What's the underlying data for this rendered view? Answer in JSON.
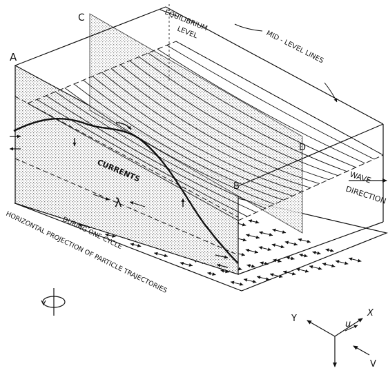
{
  "labels": {
    "a": "A",
    "b": "B",
    "c": "C",
    "d": "D",
    "equilibrium_line1": "EQUILIBRIUM",
    "equilibrium_line2": "LEVEL",
    "mid_level": "MID - LEVEL LINES",
    "currents": "CURRENTS",
    "lambda": "λ",
    "wave_line1": "WAVE",
    "wave_line2": "DIRECTION",
    "projection_line1": "HORIZONTAL PROJECTION OF PARTICLE TRAJECTORIES",
    "projection_line2": "DURING ONE CYCLE",
    "axis_y": "Y",
    "axis_x": "X",
    "axis_u": "u",
    "axis_v": "V"
  },
  "colors": {
    "ink": "#111111",
    "stipple": "#9a9a9a",
    "paper": "#ffffff"
  }
}
